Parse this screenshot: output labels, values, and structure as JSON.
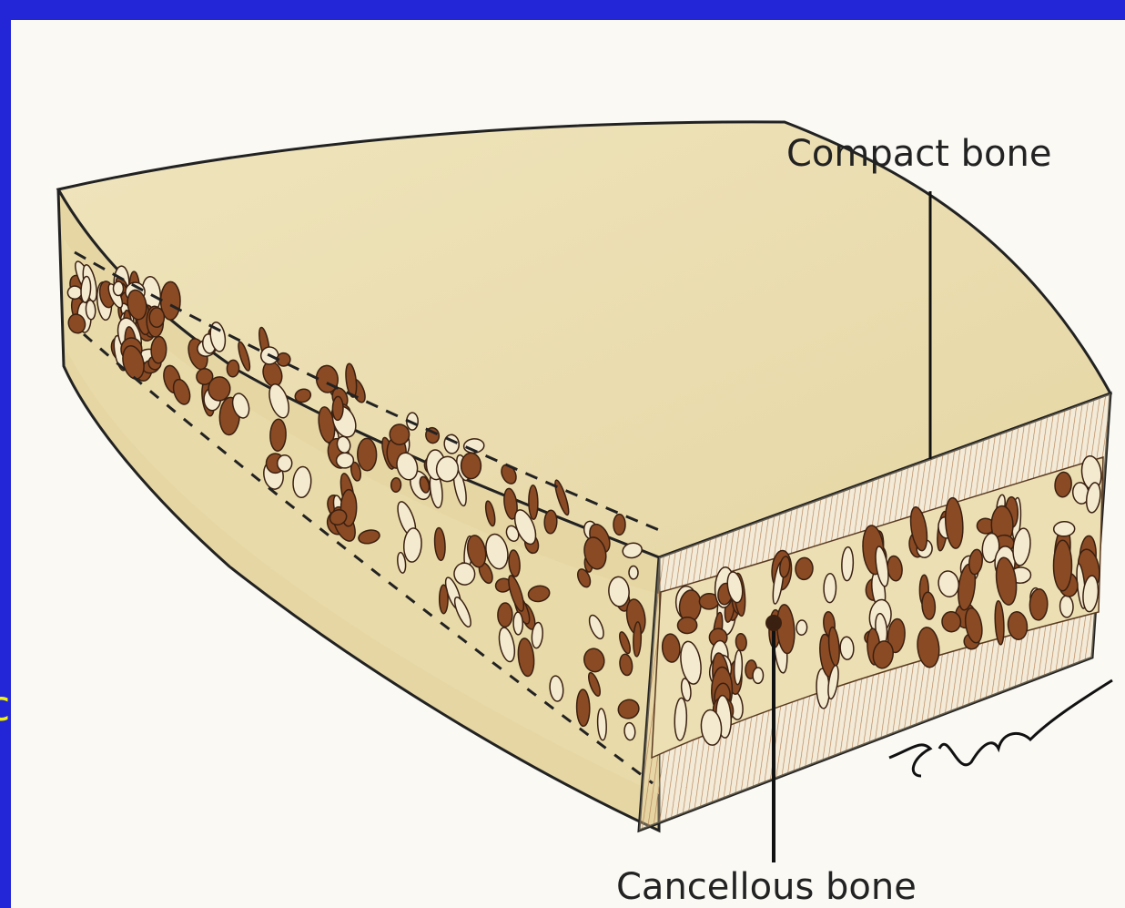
{
  "labels": {
    "compact_bone": "Compact bone",
    "cancellous_bone": "Cancellous bone"
  },
  "colors": {
    "background_blue": "#1a1ecf",
    "paper": "#faf9f4",
    "bone_surface": "#ece0b4",
    "bone_side": "#e3d3a0",
    "pore_brown": "#8a4a24",
    "stray_glyph_yellow": "#f2f20a"
  },
  "stray_glyph": "c"
}
